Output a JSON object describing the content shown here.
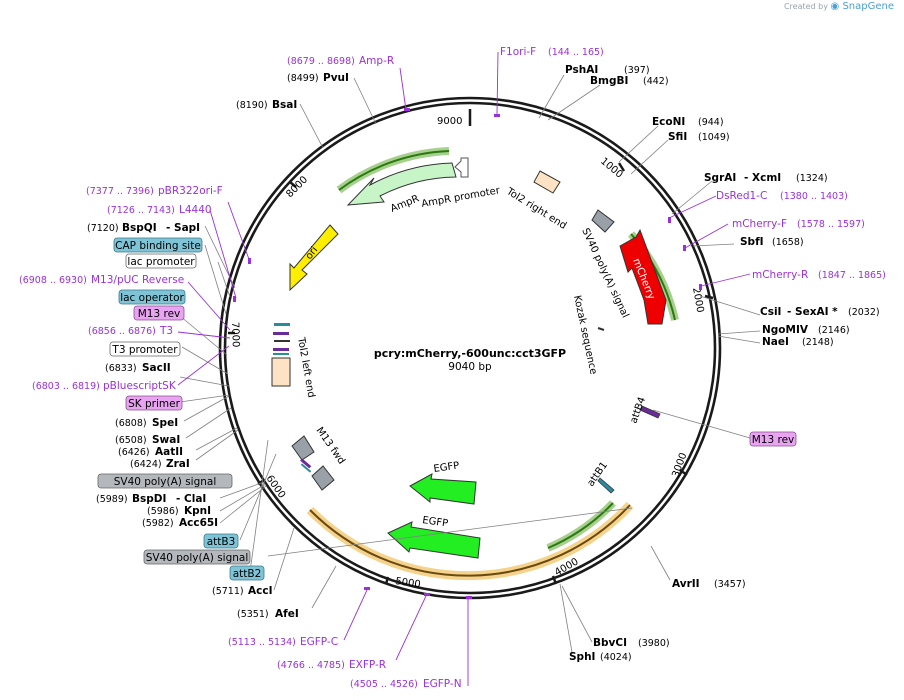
{
  "brand": {
    "prefix": "Created by",
    "name": "SnapGene"
  },
  "plasmid": {
    "name": "pcry:mCherry,-600unc:cct3GFP",
    "length": "9040 bp"
  },
  "ticks": [
    "9000",
    "1000",
    "2000",
    "3000",
    "4000",
    "5000",
    "6000",
    "7000",
    "8000"
  ],
  "enzymes": {
    "pshai": {
      "name": "PshAI",
      "pos": "(397)"
    },
    "bmgbi": {
      "name": "BmgBI",
      "pos": "(442)"
    },
    "econi": {
      "name": "EcoNI",
      "pos": "(944)"
    },
    "sfii": {
      "name": "SfiI",
      "pos": "(1049)"
    },
    "sgrai": {
      "name": "SgrAI",
      "name2": "- XcmI",
      "pos": "(1324)"
    },
    "sbfi": {
      "name": "SbfI",
      "pos": "(1658)"
    },
    "csii": {
      "name": "CsiI",
      "name2": "- SexAI *",
      "pos": "(2032)"
    },
    "ngomiv": {
      "name": "NgoMIV",
      "pos": "(2146)"
    },
    "naei": {
      "name": "NaeI",
      "pos": "(2148)"
    },
    "avrii": {
      "name": "AvrII",
      "pos": "(3457)"
    },
    "bbvci": {
      "name": "BbvCI",
      "pos": "(3980)"
    },
    "sphi": {
      "name": "SphI",
      "pos": "(4024)"
    },
    "afei": {
      "name": "AfeI",
      "pos": "(5351)"
    },
    "acci": {
      "name": "AccI",
      "pos": "(5711)"
    },
    "acc65i": {
      "name": "Acc65I",
      "pos": "(5982)"
    },
    "kpni": {
      "name": "KpnI",
      "pos": "(5986)"
    },
    "bspdi": {
      "name": "BspDI",
      "name2": "- ClaI",
      "pos": "(5989)"
    },
    "zrai": {
      "name": "ZraI",
      "pos": "(6424)"
    },
    "aatii": {
      "name": "AatII",
      "pos": "(6426)"
    },
    "swai": {
      "name": "SwaI",
      "pos": "(6508)"
    },
    "spei": {
      "name": "SpeI",
      "pos": "(6808)"
    },
    "sacii": {
      "name": "SacII",
      "pos": "(6833)"
    },
    "bspqi": {
      "name": "BspQI",
      "name2": "- SapI",
      "pos": "(7120)"
    },
    "bsai": {
      "name": "BsaI",
      "pos": "(8190)"
    },
    "pvui": {
      "name": "PvuI",
      "pos": "(8499)"
    }
  },
  "primers": {
    "f1ori": {
      "name": "F1ori-F",
      "pos": "(144 .. 165)"
    },
    "ampr": {
      "name": "Amp-R",
      "pos": "(8679 .. 8698)"
    },
    "dsred": {
      "name": "DsRed1-C",
      "pos": "(1380 .. 1403)"
    },
    "mcherryf": {
      "name": "mCherry-F",
      "pos": "(1578 .. 1597)"
    },
    "mcherryr": {
      "name": "mCherry-R",
      "pos": "(1847 .. 1865)"
    },
    "pbr322": {
      "name": "pBR322ori-F",
      "pos": "(7377 .. 7396)"
    },
    "l4440": {
      "name": "L4440",
      "pos": "(7126 .. 7143)"
    },
    "m13puc": {
      "name": "M13/pUC Reverse",
      "pos": "(6908 .. 6930)"
    },
    "t3": {
      "name": "T3",
      "pos": "(6856 .. 6876)"
    },
    "pbluescript": {
      "name": "pBluescriptSK",
      "pos": "(6803 .. 6819)"
    },
    "egfpc": {
      "name": "EGFP-C",
      "pos": "(5113 .. 5134)"
    },
    "exfpr": {
      "name": "EXFP-R",
      "pos": "(4766 .. 4785)"
    },
    "egfpn": {
      "name": "EGFP-N",
      "pos": "(4505 .. 4526)"
    }
  },
  "boxes": {
    "cap": "CAP binding site",
    "lacprom": "lac promoter",
    "lacop": "lac operator",
    "m13revl": "M13 rev",
    "t3prom": "T3 promoter",
    "skprimer": "SK primer",
    "sv40a": "SV40 poly(A) signal",
    "attb3": "attB3",
    "sv40b": "SV40 poly(A) signal",
    "attb2": "attB2",
    "m13revr": "M13 rev"
  },
  "features": {
    "ampr": "AmpR",
    "amprprom": "AmpR promoter",
    "ori": "ori",
    "tol2right": "Tol2 right end",
    "sv40": "SV40 poly(A) signal",
    "mcherry": "mCherry",
    "kozak": "Kozak sequence",
    "tol2left": "Tol2 left end",
    "attb4": "attB4",
    "attb1": "attB1",
    "egfp1": "EGFP",
    "egfp2": "EGFP",
    "m13fwd": "M13 fwd"
  },
  "colors": {
    "backbone": "#1a1a1a",
    "primer": "#9b30d9",
    "ampr": "#c8f5c8",
    "ori": "#ffee00",
    "mcherry": "#ee0000",
    "egfp": "#22ee22",
    "tol2": "#fde3c3",
    "sv40": "#9aa0a8",
    "gray_box": "#b4b8bc",
    "teal_box": "#7ec4d6",
    "pink_box": "#e8a4f0"
  }
}
